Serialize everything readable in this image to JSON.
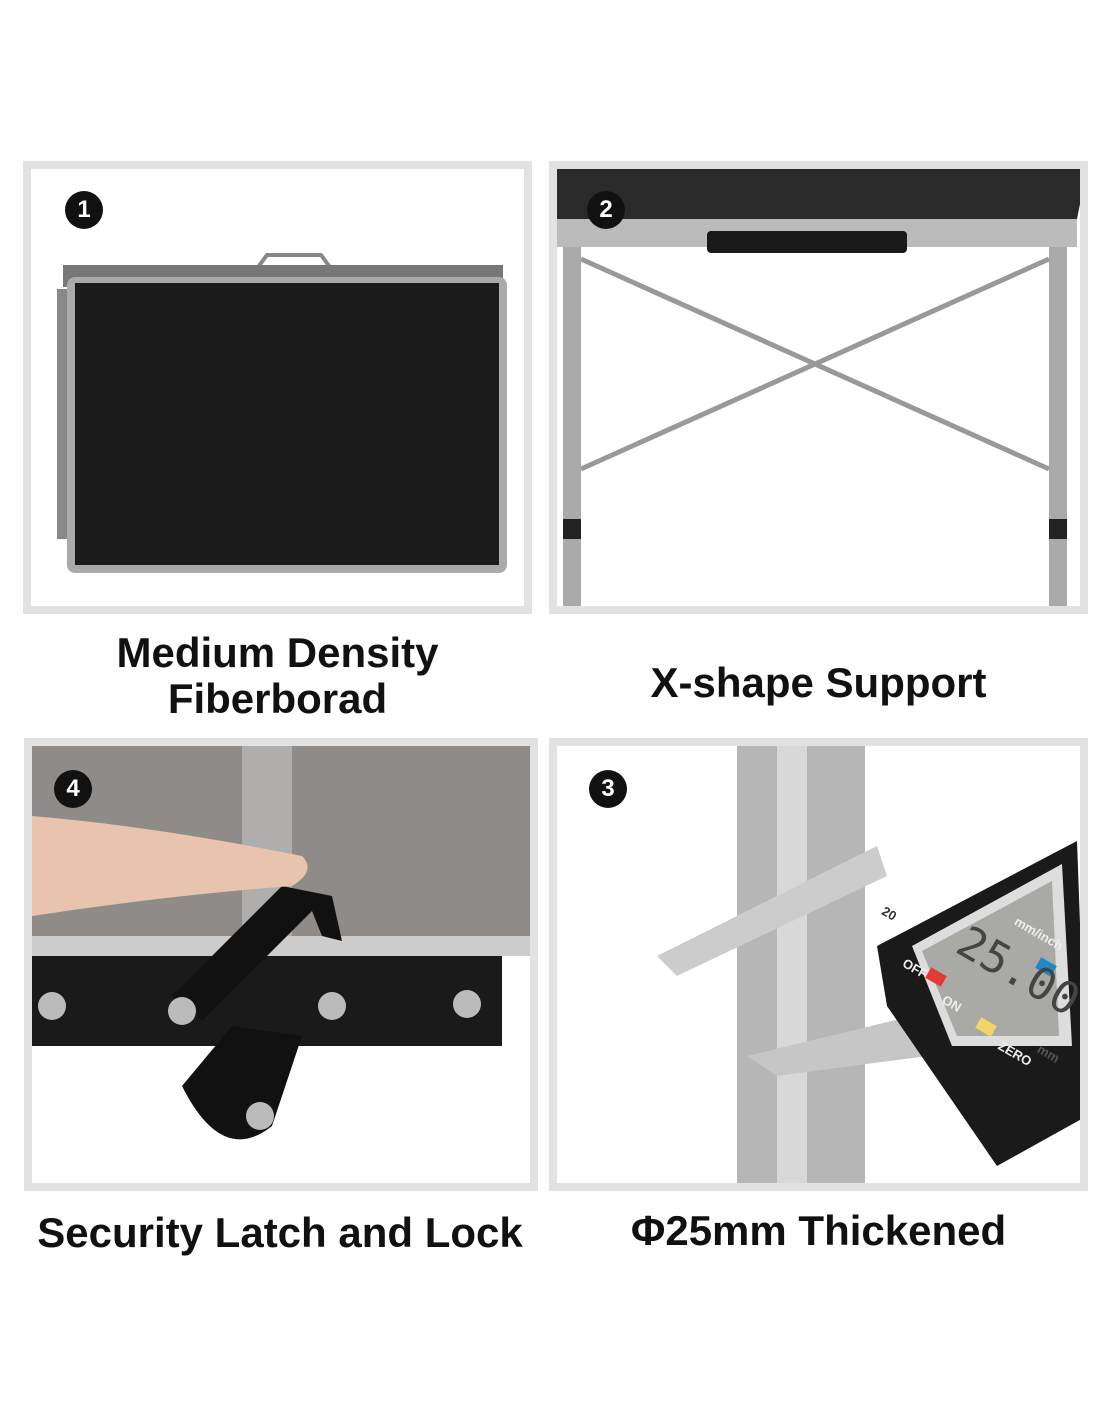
{
  "panels": [
    {
      "badge": "1",
      "caption_line1": "Medium Density",
      "caption_line2": "Fiberborad"
    },
    {
      "badge": "2",
      "caption": "X-shape Support"
    },
    {
      "badge": "4",
      "caption": "Security Latch and Lock"
    },
    {
      "badge": "3",
      "caption": "Φ25mm Thickened",
      "caliper": {
        "reading": "25.00",
        "unit": "mm",
        "off_label": "OFF",
        "on_label": "ON",
        "zero_label": "ZERO",
        "mode_label": "mm/inch",
        "scale_mark": "20"
      }
    }
  ]
}
